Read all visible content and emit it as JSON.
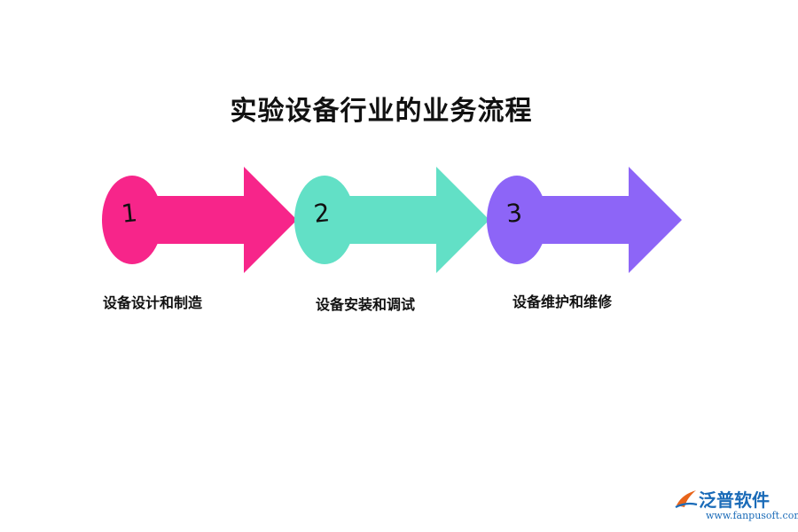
{
  "title": "实验设备行业的业务流程",
  "steps": [
    {
      "number": "1",
      "label": "设备设计和制造",
      "color": "#f7258a"
    },
    {
      "number": "2",
      "label": "设备安装和调试",
      "color": "#62e0c6"
    },
    {
      "number": "3",
      "label": "设备维护和维修",
      "color": "#8d65f7"
    }
  ],
  "logo": {
    "name": "泛普软件",
    "url": "www.fanpusoft.com",
    "colors": {
      "primary": "#1a6bb8",
      "accent": "#e8641a"
    }
  }
}
